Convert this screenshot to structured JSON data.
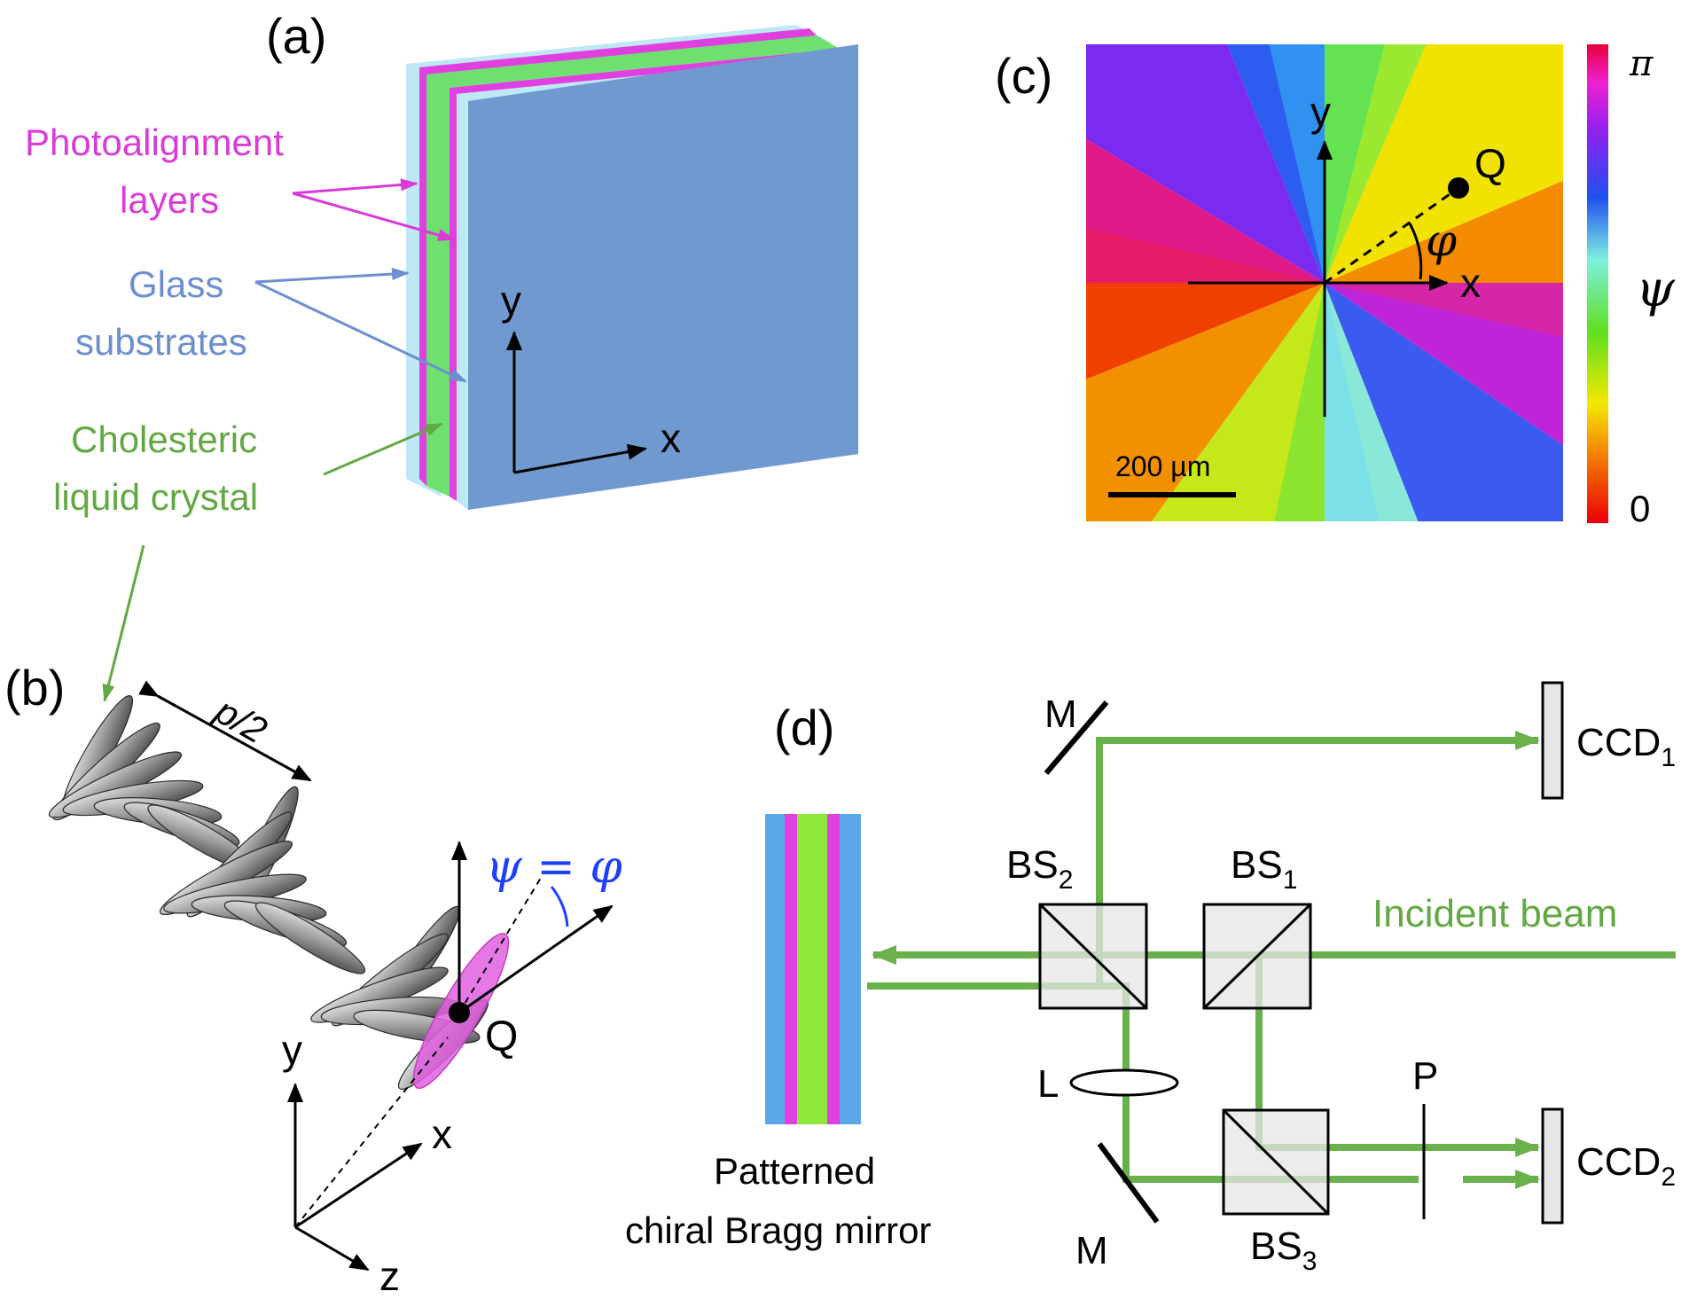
{
  "panel_a": {
    "tag": "(a)",
    "label_photoalign_1": "Photoalignment",
    "label_photoalign_2": "layers",
    "label_glass_1": "Glass",
    "label_glass_2": "substrates",
    "label_clc_1": "Cholesteric",
    "label_clc_2": "liquid crystal",
    "axis_y": "y",
    "axis_x": "x"
  },
  "panel_b": {
    "tag": "(b)",
    "pitch": "p/2",
    "equation": "ψ = φ",
    "point": "Q",
    "axis_y": "y",
    "axis_x": "x",
    "axis_z": "z"
  },
  "panel_c": {
    "tag": "(c)",
    "axis_y": "y",
    "axis_x": "x",
    "point": "Q",
    "angle": "φ",
    "scalebar": "200 µm",
    "colorbar_top": "π",
    "colorbar_bottom": "0",
    "colorbar_symbol": "ψ"
  },
  "panel_d": {
    "tag": "(d)",
    "mirror_label_1": "Patterned",
    "mirror_label_2": "chiral Bragg mirror",
    "incident": "Incident beam",
    "bs1": "BS",
    "bs1_sub": "1",
    "bs2": "BS",
    "bs2_sub": "2",
    "bs3": "BS",
    "bs3_sub": "3",
    "ccd1": "CCD",
    "ccd1_sub": "1",
    "ccd2": "CCD",
    "ccd2_sub": "2",
    "m_top": "M",
    "m_bottom": "M",
    "lens": "L",
    "polarizer": "P"
  },
  "colors": {
    "glass": "#7099cf",
    "glass_light": "#bfe8f5",
    "photoalign": "#e040e0",
    "clc": "#6fe06f",
    "beam": "#6ab04c",
    "magenta_text": "#d83bd8",
    "blue_text": "#6c8fcf",
    "green_text": "#62a843"
  }
}
